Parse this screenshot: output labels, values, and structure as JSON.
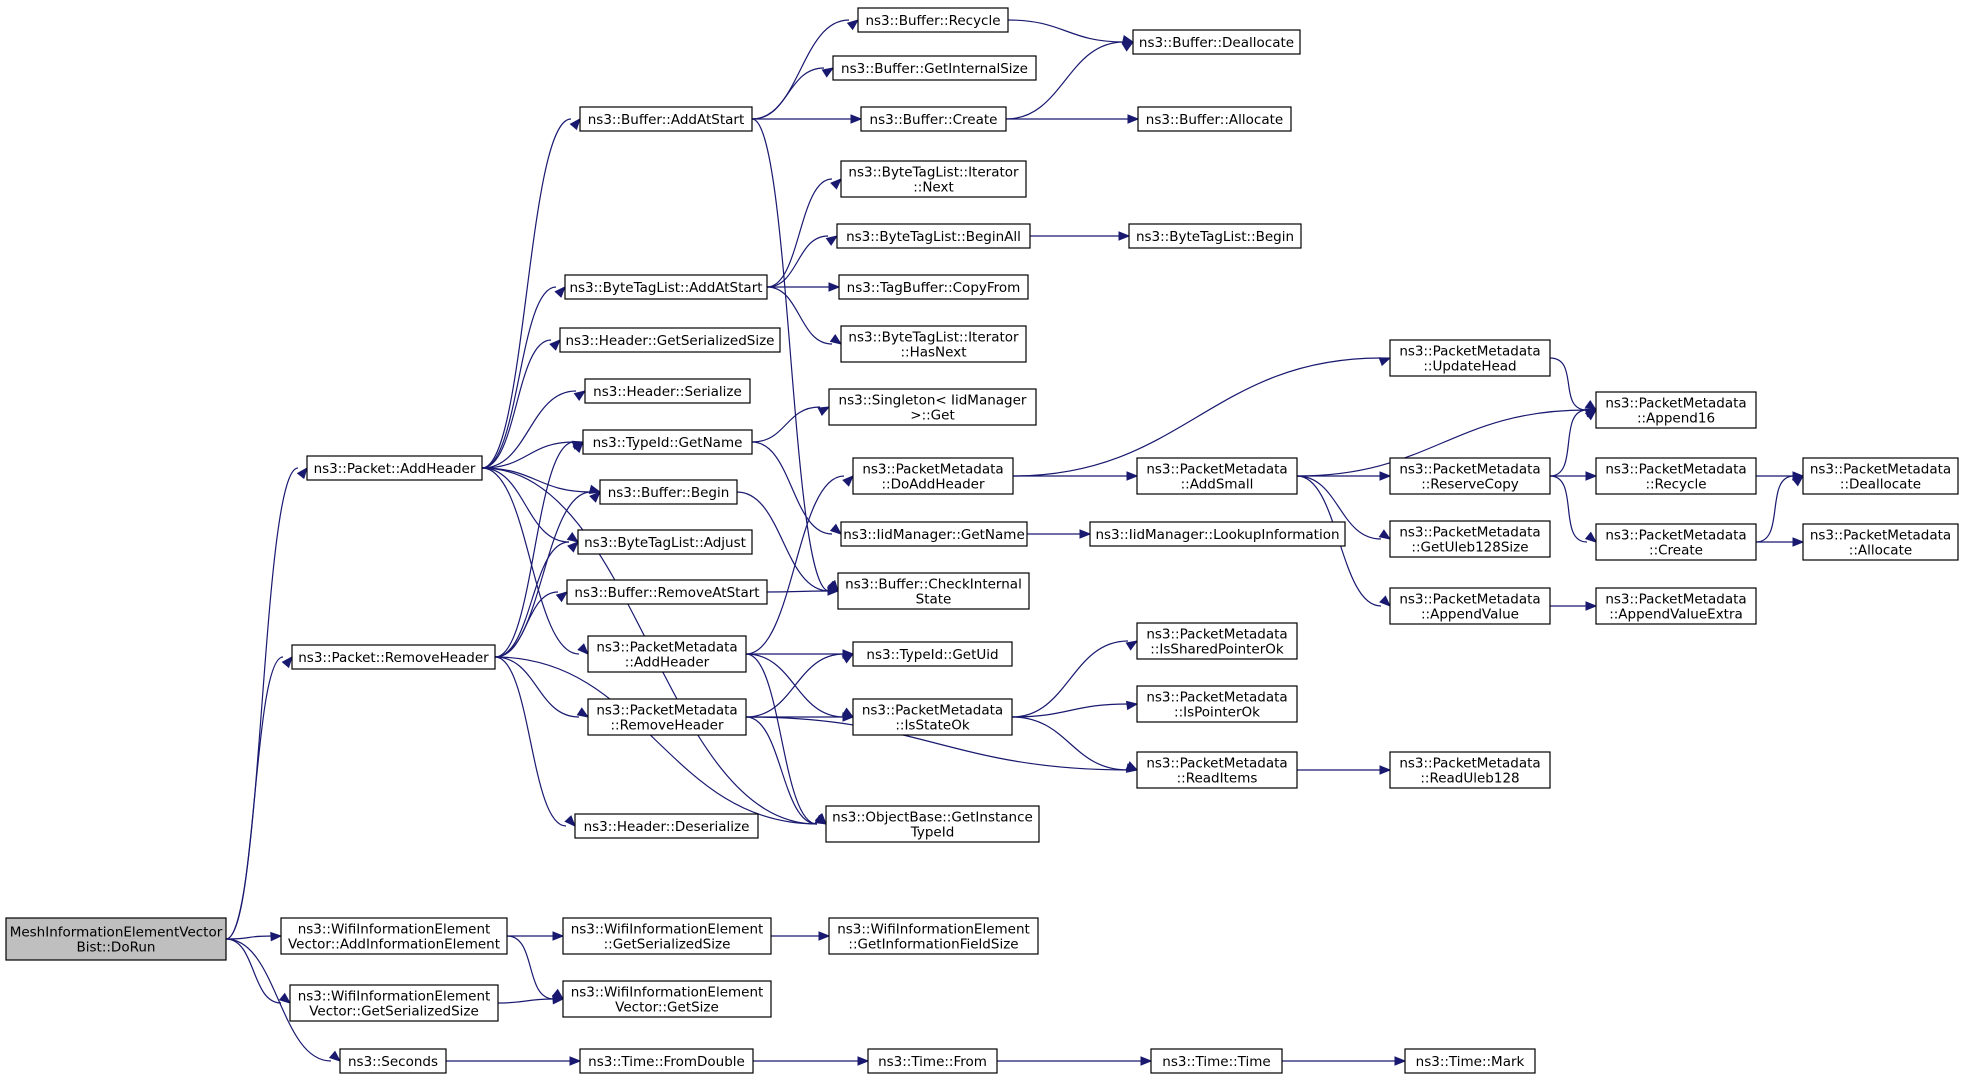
{
  "colors": {
    "edge": "#191970",
    "node_border": "#000000",
    "root_fill": "#bfbfbf",
    "node_fill": "#ffffff"
  },
  "nodes": [
    {
      "id": "root",
      "lines": [
        "MeshInformationElementVector",
        "Bist::DoRun"
      ],
      "root": true
    },
    {
      "id": "pkt_addheader",
      "lines": [
        "ns3::Packet::AddHeader"
      ]
    },
    {
      "id": "pkt_removeheader",
      "lines": [
        "ns3::Packet::RemoveHeader"
      ]
    },
    {
      "id": "wie_addie",
      "lines": [
        "ns3::WifiInformationElement",
        "Vector::AddInformationElement"
      ]
    },
    {
      "id": "wiev_getsersize",
      "lines": [
        "ns3::WifiInformationElement",
        "Vector::GetSerializedSize"
      ]
    },
    {
      "id": "seconds",
      "lines": [
        "ns3::Seconds"
      ]
    },
    {
      "id": "buf_addatstart",
      "lines": [
        "ns3::Buffer::AddAtStart"
      ]
    },
    {
      "id": "btl_addatstart",
      "lines": [
        "ns3::ByteTagList::AddAtStart"
      ]
    },
    {
      "id": "hdr_getsersize",
      "lines": [
        "ns3::Header::GetSerializedSize"
      ]
    },
    {
      "id": "hdr_serialize",
      "lines": [
        "ns3::Header::Serialize"
      ]
    },
    {
      "id": "typeid_getname",
      "lines": [
        "ns3::TypeId::GetName"
      ]
    },
    {
      "id": "buf_begin",
      "lines": [
        "ns3::Buffer::Begin"
      ]
    },
    {
      "id": "btl_adjust",
      "lines": [
        "ns3::ByteTagList::Adjust"
      ]
    },
    {
      "id": "buf_removeatstart",
      "lines": [
        "ns3::Buffer::RemoveAtStart"
      ]
    },
    {
      "id": "pm_addheader",
      "lines": [
        "ns3::PacketMetadata",
        "::AddHeader"
      ]
    },
    {
      "id": "pm_removeheader",
      "lines": [
        "ns3::PacketMetadata",
        "::RemoveHeader"
      ]
    },
    {
      "id": "hdr_deserialize",
      "lines": [
        "ns3::Header::Deserialize"
      ]
    },
    {
      "id": "wie_getsersize",
      "lines": [
        "ns3::WifiInformationElement",
        "::GetSerializedSize"
      ]
    },
    {
      "id": "wiev_getsize",
      "lines": [
        "ns3::WifiInformationElement",
        "Vector::GetSize"
      ]
    },
    {
      "id": "time_fromdouble",
      "lines": [
        "ns3::Time::FromDouble"
      ]
    },
    {
      "id": "buf_recycle",
      "lines": [
        "ns3::Buffer::Recycle"
      ]
    },
    {
      "id": "buf_getinternalsize",
      "lines": [
        "ns3::Buffer::GetInternalSize"
      ]
    },
    {
      "id": "buf_create",
      "lines": [
        "ns3::Buffer::Create"
      ]
    },
    {
      "id": "btl_iter_next",
      "lines": [
        "ns3::ByteTagList::Iterator",
        "::Next"
      ]
    },
    {
      "id": "btl_beginall",
      "lines": [
        "ns3::ByteTagList::BeginAll"
      ]
    },
    {
      "id": "tagbuf_copyfrom",
      "lines": [
        "ns3::TagBuffer::CopyFrom"
      ]
    },
    {
      "id": "btl_iter_hasnext",
      "lines": [
        "ns3::ByteTagList::Iterator",
        "::HasNext"
      ]
    },
    {
      "id": "singleton_get",
      "lines": [
        "ns3::Singleton< IidManager",
        ">::Get"
      ]
    },
    {
      "id": "pm_doaddheader",
      "lines": [
        "ns3::PacketMetadata",
        "::DoAddHeader"
      ]
    },
    {
      "id": "iid_getname",
      "lines": [
        "ns3::IidManager::GetName"
      ]
    },
    {
      "id": "buf_checkinternal",
      "lines": [
        "ns3::Buffer::CheckInternal",
        "State"
      ]
    },
    {
      "id": "typeid_getuid",
      "lines": [
        "ns3::TypeId::GetUid"
      ]
    },
    {
      "id": "pm_isstateok",
      "lines": [
        "ns3::PacketMetadata",
        "::IsStateOk"
      ]
    },
    {
      "id": "objbase_getinstance",
      "lines": [
        "ns3::ObjectBase::GetInstance",
        "TypeId"
      ]
    },
    {
      "id": "wie_getinfofieldsize",
      "lines": [
        "ns3::WifiInformationElement",
        "::GetInformationFieldSize"
      ]
    },
    {
      "id": "time_from",
      "lines": [
        "ns3::Time::From"
      ]
    },
    {
      "id": "buf_deallocate",
      "lines": [
        "ns3::Buffer::Deallocate"
      ]
    },
    {
      "id": "buf_allocate",
      "lines": [
        "ns3::Buffer::Allocate"
      ]
    },
    {
      "id": "btl_begin",
      "lines": [
        "ns3::ByteTagList::Begin"
      ]
    },
    {
      "id": "pm_updatehead",
      "lines": [
        "ns3::PacketMetadata",
        "::UpdateHead"
      ]
    },
    {
      "id": "pm_addsmall",
      "lines": [
        "ns3::PacketMetadata",
        "::AddSmall"
      ]
    },
    {
      "id": "iid_lookupinfo",
      "lines": [
        "ns3::IidManager::LookupInformation"
      ]
    },
    {
      "id": "pm_issharedptrok",
      "lines": [
        "ns3::PacketMetadata",
        "::IsSharedPointerOk"
      ]
    },
    {
      "id": "pm_isptrok",
      "lines": [
        "ns3::PacketMetadata",
        "::IsPointerOk"
      ]
    },
    {
      "id": "pm_readitems",
      "lines": [
        "ns3::PacketMetadata",
        "::ReadItems"
      ]
    },
    {
      "id": "time_time",
      "lines": [
        "ns3::Time::Time"
      ]
    },
    {
      "id": "pm_reservecopy",
      "lines": [
        "ns3::PacketMetadata",
        "::ReserveCopy"
      ]
    },
    {
      "id": "pm_getuleb128size",
      "lines": [
        "ns3::PacketMetadata",
        "::GetUleb128Size"
      ]
    },
    {
      "id": "pm_appendvalue",
      "lines": [
        "ns3::PacketMetadata",
        "::AppendValue"
      ]
    },
    {
      "id": "pm_readuleb128",
      "lines": [
        "ns3::PacketMetadata",
        "::ReadUleb128"
      ]
    },
    {
      "id": "time_mark",
      "lines": [
        "ns3::Time::Mark"
      ]
    },
    {
      "id": "pm_append16",
      "lines": [
        "ns3::PacketMetadata",
        "::Append16"
      ]
    },
    {
      "id": "pm_recycle",
      "lines": [
        "ns3::PacketMetadata",
        "::Recycle"
      ]
    },
    {
      "id": "pm_create",
      "lines": [
        "ns3::PacketMetadata",
        "::Create"
      ]
    },
    {
      "id": "pm_appendvalueextra",
      "lines": [
        "ns3::PacketMetadata",
        "::AppendValueExtra"
      ]
    },
    {
      "id": "pm_deallocate",
      "lines": [
        "ns3::PacketMetadata",
        "::Deallocate"
      ]
    },
    {
      "id": "pm_allocate",
      "lines": [
        "ns3::PacketMetadata",
        "::Allocate"
      ]
    }
  ],
  "edges": [
    [
      "root",
      "pkt_addheader"
    ],
    [
      "root",
      "pkt_removeheader"
    ],
    [
      "root",
      "wie_addie"
    ],
    [
      "root",
      "wiev_getsersize"
    ],
    [
      "root",
      "seconds"
    ],
    [
      "pkt_addheader",
      "buf_addatstart"
    ],
    [
      "pkt_addheader",
      "btl_addatstart"
    ],
    [
      "pkt_addheader",
      "hdr_getsersize"
    ],
    [
      "pkt_addheader",
      "hdr_serialize"
    ],
    [
      "pkt_addheader",
      "typeid_getname"
    ],
    [
      "pkt_addheader",
      "buf_begin"
    ],
    [
      "pkt_addheader",
      "btl_adjust"
    ],
    [
      "pkt_addheader",
      "pm_addheader"
    ],
    [
      "pkt_addheader",
      "objbase_getinstance"
    ],
    [
      "pkt_removeheader",
      "typeid_getname"
    ],
    [
      "pkt_removeheader",
      "buf_begin"
    ],
    [
      "pkt_removeheader",
      "btl_adjust"
    ],
    [
      "pkt_removeheader",
      "buf_removeatstart"
    ],
    [
      "pkt_removeheader",
      "pm_removeheader"
    ],
    [
      "pkt_removeheader",
      "hdr_deserialize"
    ],
    [
      "pkt_removeheader",
      "objbase_getinstance"
    ],
    [
      "wie_addie",
      "wie_getsersize"
    ],
    [
      "wie_addie",
      "wiev_getsize"
    ],
    [
      "wiev_getsersize",
      "wiev_getsize"
    ],
    [
      "seconds",
      "time_fromdouble"
    ],
    [
      "buf_addatstart",
      "buf_recycle"
    ],
    [
      "buf_addatstart",
      "buf_getinternalsize"
    ],
    [
      "buf_addatstart",
      "buf_create"
    ],
    [
      "buf_addatstart",
      "buf_checkinternal"
    ],
    [
      "btl_addatstart",
      "btl_iter_next"
    ],
    [
      "btl_addatstart",
      "btl_beginall"
    ],
    [
      "btl_addatstart",
      "tagbuf_copyfrom"
    ],
    [
      "btl_addatstart",
      "btl_iter_hasnext"
    ],
    [
      "typeid_getname",
      "singleton_get"
    ],
    [
      "typeid_getname",
      "iid_getname"
    ],
    [
      "buf_begin",
      "buf_checkinternal"
    ],
    [
      "buf_removeatstart",
      "buf_checkinternal"
    ],
    [
      "pm_addheader",
      "pm_doaddheader"
    ],
    [
      "pm_addheader",
      "typeid_getuid"
    ],
    [
      "pm_addheader",
      "pm_isstateok"
    ],
    [
      "pm_addheader",
      "objbase_getinstance"
    ],
    [
      "pm_removeheader",
      "typeid_getuid"
    ],
    [
      "pm_removeheader",
      "pm_isstateok"
    ],
    [
      "pm_removeheader",
      "objbase_getinstance"
    ],
    [
      "pm_removeheader",
      "pm_readitems"
    ],
    [
      "wie_getsersize",
      "wie_getinfofieldsize"
    ],
    [
      "time_fromdouble",
      "time_from"
    ],
    [
      "buf_recycle",
      "buf_deallocate"
    ],
    [
      "buf_create",
      "buf_deallocate"
    ],
    [
      "buf_create",
      "buf_allocate"
    ],
    [
      "btl_beginall",
      "btl_begin"
    ],
    [
      "pm_doaddheader",
      "pm_updatehead"
    ],
    [
      "pm_doaddheader",
      "pm_addsmall"
    ],
    [
      "iid_getname",
      "iid_lookupinfo"
    ],
    [
      "pm_isstateok",
      "pm_issharedptrok"
    ],
    [
      "pm_isstateok",
      "pm_isptrok"
    ],
    [
      "pm_isstateok",
      "pm_readitems"
    ],
    [
      "time_from",
      "time_time"
    ],
    [
      "pm_updatehead",
      "pm_append16"
    ],
    [
      "pm_addsmall",
      "pm_append16"
    ],
    [
      "pm_addsmall",
      "pm_reservecopy"
    ],
    [
      "pm_addsmall",
      "pm_getuleb128size"
    ],
    [
      "pm_addsmall",
      "pm_appendvalue"
    ],
    [
      "pm_readitems",
      "pm_readuleb128"
    ],
    [
      "time_time",
      "time_mark"
    ],
    [
      "pm_reservecopy",
      "pm_append16"
    ],
    [
      "pm_reservecopy",
      "pm_recycle"
    ],
    [
      "pm_reservecopy",
      "pm_create"
    ],
    [
      "pm_appendvalue",
      "pm_appendvalueextra"
    ],
    [
      "pm_recycle",
      "pm_deallocate"
    ],
    [
      "pm_create",
      "pm_deallocate"
    ],
    [
      "pm_create",
      "pm_allocate"
    ]
  ]
}
